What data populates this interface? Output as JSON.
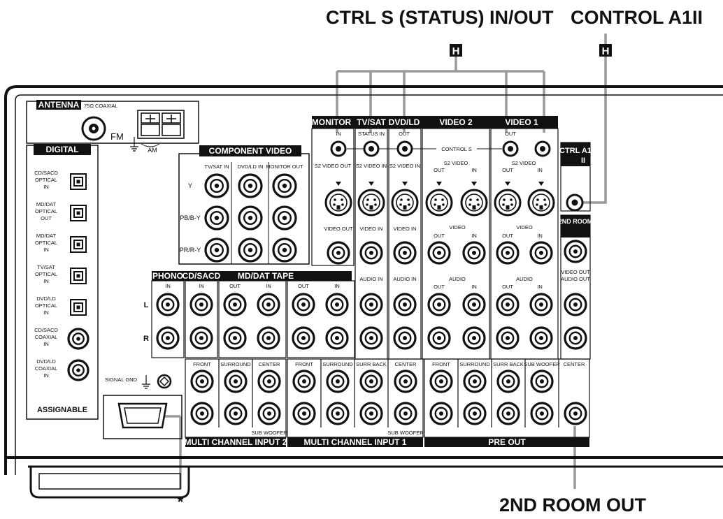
{
  "callouts": {
    "ctrl_s": "CTRL S (STATUS) IN/OUT",
    "control_a1": "CONTROL A1",
    "control_a1_suffix": "II",
    "marker_h1": "H",
    "marker_h2": "H",
    "room_out": "2ND ROOM OUT",
    "asterisk": "*"
  },
  "antenna": {
    "title": "ANTENNA",
    "coaxial": "75Ω COAXIAL",
    "fm": "FM",
    "am": "AM"
  },
  "digital": {
    "title": "DIGITAL",
    "assignable": "ASSIGNABLE",
    "jacks": [
      {
        "label": [
          "CD/SACD",
          "OPTICAL",
          "IN"
        ],
        "kind": "optical"
      },
      {
        "label": [
          "MD/DAT",
          "OPTICAL",
          "OUT"
        ],
        "kind": "optical"
      },
      {
        "label": [
          "MD/DAT",
          "OPTICAL",
          "IN"
        ],
        "kind": "optical"
      },
      {
        "label": [
          "TV/SAT",
          "OPTICAL",
          "IN"
        ],
        "kind": "optical"
      },
      {
        "label": [
          "DVD/LD",
          "OPTICAL",
          "IN"
        ],
        "kind": "optical"
      },
      {
        "label": [
          "CD/SACD",
          "COAXIAL",
          "IN"
        ],
        "kind": "coax"
      },
      {
        "label": [
          "DVD/LD",
          "COAXIAL",
          "IN"
        ],
        "kind": "coax"
      }
    ]
  },
  "component_video": {
    "title": "COMPONENT VIDEO",
    "columns": [
      "TV/SAT IN",
      "DVD/LD IN",
      "MONITOR OUT"
    ],
    "rows": [
      "Y",
      "PB/B-Y",
      "PR/R-Y"
    ]
  },
  "video_headers": [
    "MONITOR",
    "TV/SAT",
    "DVD/LD",
    "VIDEO 2",
    "VIDEO 1"
  ],
  "ctrl_row": {
    "monitor_in": "IN",
    "tvsat_status": "STATUS IN",
    "dvd_out": "OUT",
    "v1_out": "OUT",
    "control_s": "CONTROL S"
  },
  "s2_video": {
    "monitor": "S2 VIDEO OUT",
    "tvsat": "S2 VIDEO IN",
    "dvd": "S2 VIDEO IN",
    "v2": "S2 VIDEO",
    "v1": "S2 VIDEO",
    "out": "OUT",
    "in": "IN"
  },
  "video_row": {
    "monitor": "VIDEO OUT",
    "tvsat": "VIDEO IN",
    "dvd": "VIDEO IN",
    "v2": "VIDEO",
    "v1": "VIDEO",
    "out": "OUT",
    "in": "IN"
  },
  "audio_row": {
    "tvsat": "AUDIO IN",
    "dvd": "AUDIO IN",
    "v2": "AUDIO",
    "v1": "AUDIO",
    "out": "OUT",
    "in": "IN"
  },
  "ctrl_a1": {
    "title": "CTRL A1",
    "suffix": "II"
  },
  "room": {
    "title": "2ND ROOM",
    "video_out": "VIDEO OUT",
    "audio_out": "AUDIO OUT"
  },
  "analog": {
    "phono": "PHONO",
    "cd_sacd": "CD/SACD",
    "md_dat": "MD/DAT TAPE",
    "in": "IN",
    "out": "OUT",
    "l": "L",
    "r": "R"
  },
  "multi": {
    "signal_gnd": "SIGNAL GND",
    "input2": "MULTI CHANNEL INPUT 2",
    "input1": "MULTI CHANNEL INPUT 1",
    "pre_out": "PRE OUT",
    "front": "FRONT",
    "surround": "SURROUND",
    "center": "CENTER",
    "surr_back": "SURR BACK",
    "sub_woofer": "SUB WOOFER"
  },
  "colors": {
    "ink": "#111111",
    "panel": "#ffffff",
    "callout_line": "#9a9a9a"
  }
}
